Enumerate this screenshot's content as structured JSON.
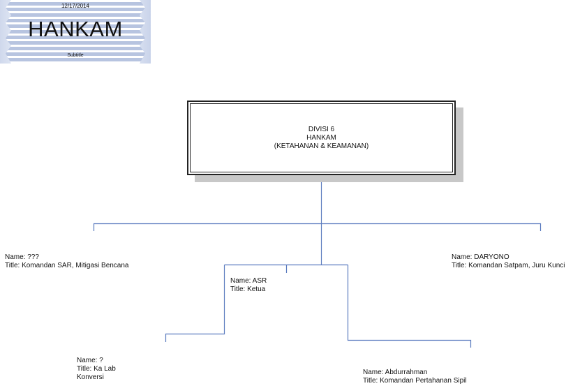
{
  "banner": {
    "date": "12/17/2014",
    "title": "HANKAM",
    "subtitle": "Subtitle"
  },
  "root": {
    "line1": "DIVISI 6",
    "line2": "HANKAM",
    "line3": "(KETAHANAN & KEAMANAN)"
  },
  "nodes": {
    "sar": {
      "name": "Name: ???",
      "title": "Title: Komandan SAR, Mitigasi Bencana"
    },
    "satpam": {
      "name": "Name: DARYONO",
      "title": "Title: Komandan Satpam, Juru Kunci"
    },
    "ketua": {
      "name": "Name: ASR",
      "title": "Title: Ketua"
    },
    "kalab": {
      "name": "Name: ?",
      "title": "Title: Ka Lab",
      "title2": "Konversi"
    },
    "sipil": {
      "name": "Name: Abdurrahman",
      "title": "Title: Komandan Pertahanan Sipil"
    }
  },
  "colors": {
    "connector": "#5b7bbf",
    "shadow": "#c8c8c8"
  }
}
